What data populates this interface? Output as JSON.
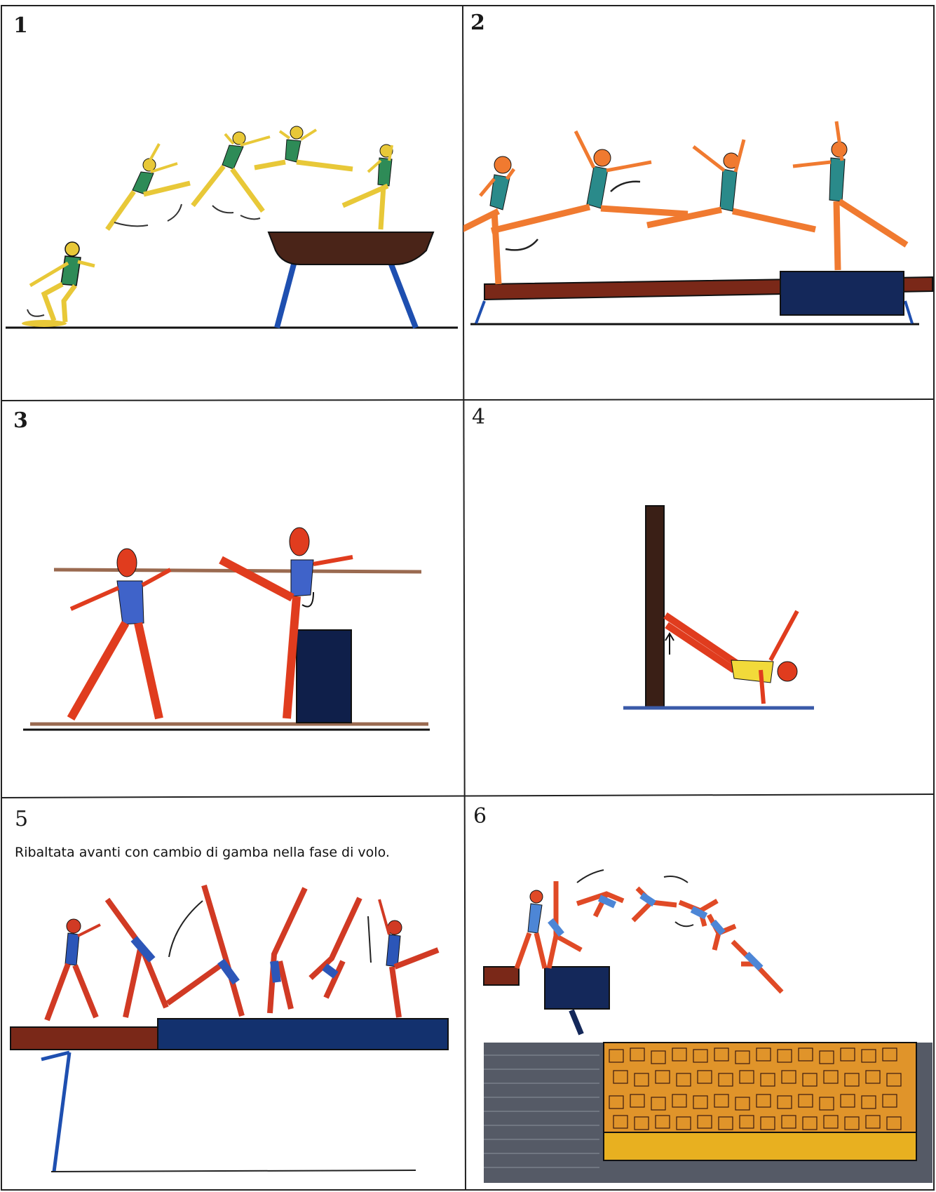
{
  "panels": [
    {
      "number": "1",
      "apparatus": "vault-horse",
      "colors": {
        "body": "#e8c838",
        "suit": "#2e8b57",
        "apparatus": "#4a2418",
        "legs": "#1e4fb0"
      }
    },
    {
      "number": "2",
      "apparatus": "balance-beam",
      "colors": {
        "body": "#f07a30",
        "suit": "#2a8a8a",
        "apparatus": "#7a2818",
        "block": "#14285a"
      }
    },
    {
      "number": "3",
      "apparatus": "ballet-bar",
      "colors": {
        "body": "#e03c1e",
        "suit": "#3f63c9",
        "bar": "#9a6a50",
        "block": "#0f1f4a"
      }
    },
    {
      "number": "4",
      "apparatus": "wall-bars",
      "colors": {
        "body": "#e03c1e",
        "suit": "#f2da3a",
        "wall": "#3a1f16",
        "floor": "#3a5aa8"
      }
    },
    {
      "number": "5",
      "apparatus": "balance-beam",
      "caption": "Ribaltata avanti con cambio di gamba nella fase di volo.",
      "colors": {
        "body": "#d13a24",
        "suit": "#2c56b8",
        "beam": "#7a2818",
        "mat": "#13316e"
      }
    },
    {
      "number": "6",
      "apparatus": "foam-pit",
      "colors": {
        "body": "#e04a26",
        "suit": "#4d86d6",
        "block": "#14285a",
        "foam": "#e0942a",
        "carpet": "#555a66"
      }
    }
  ]
}
